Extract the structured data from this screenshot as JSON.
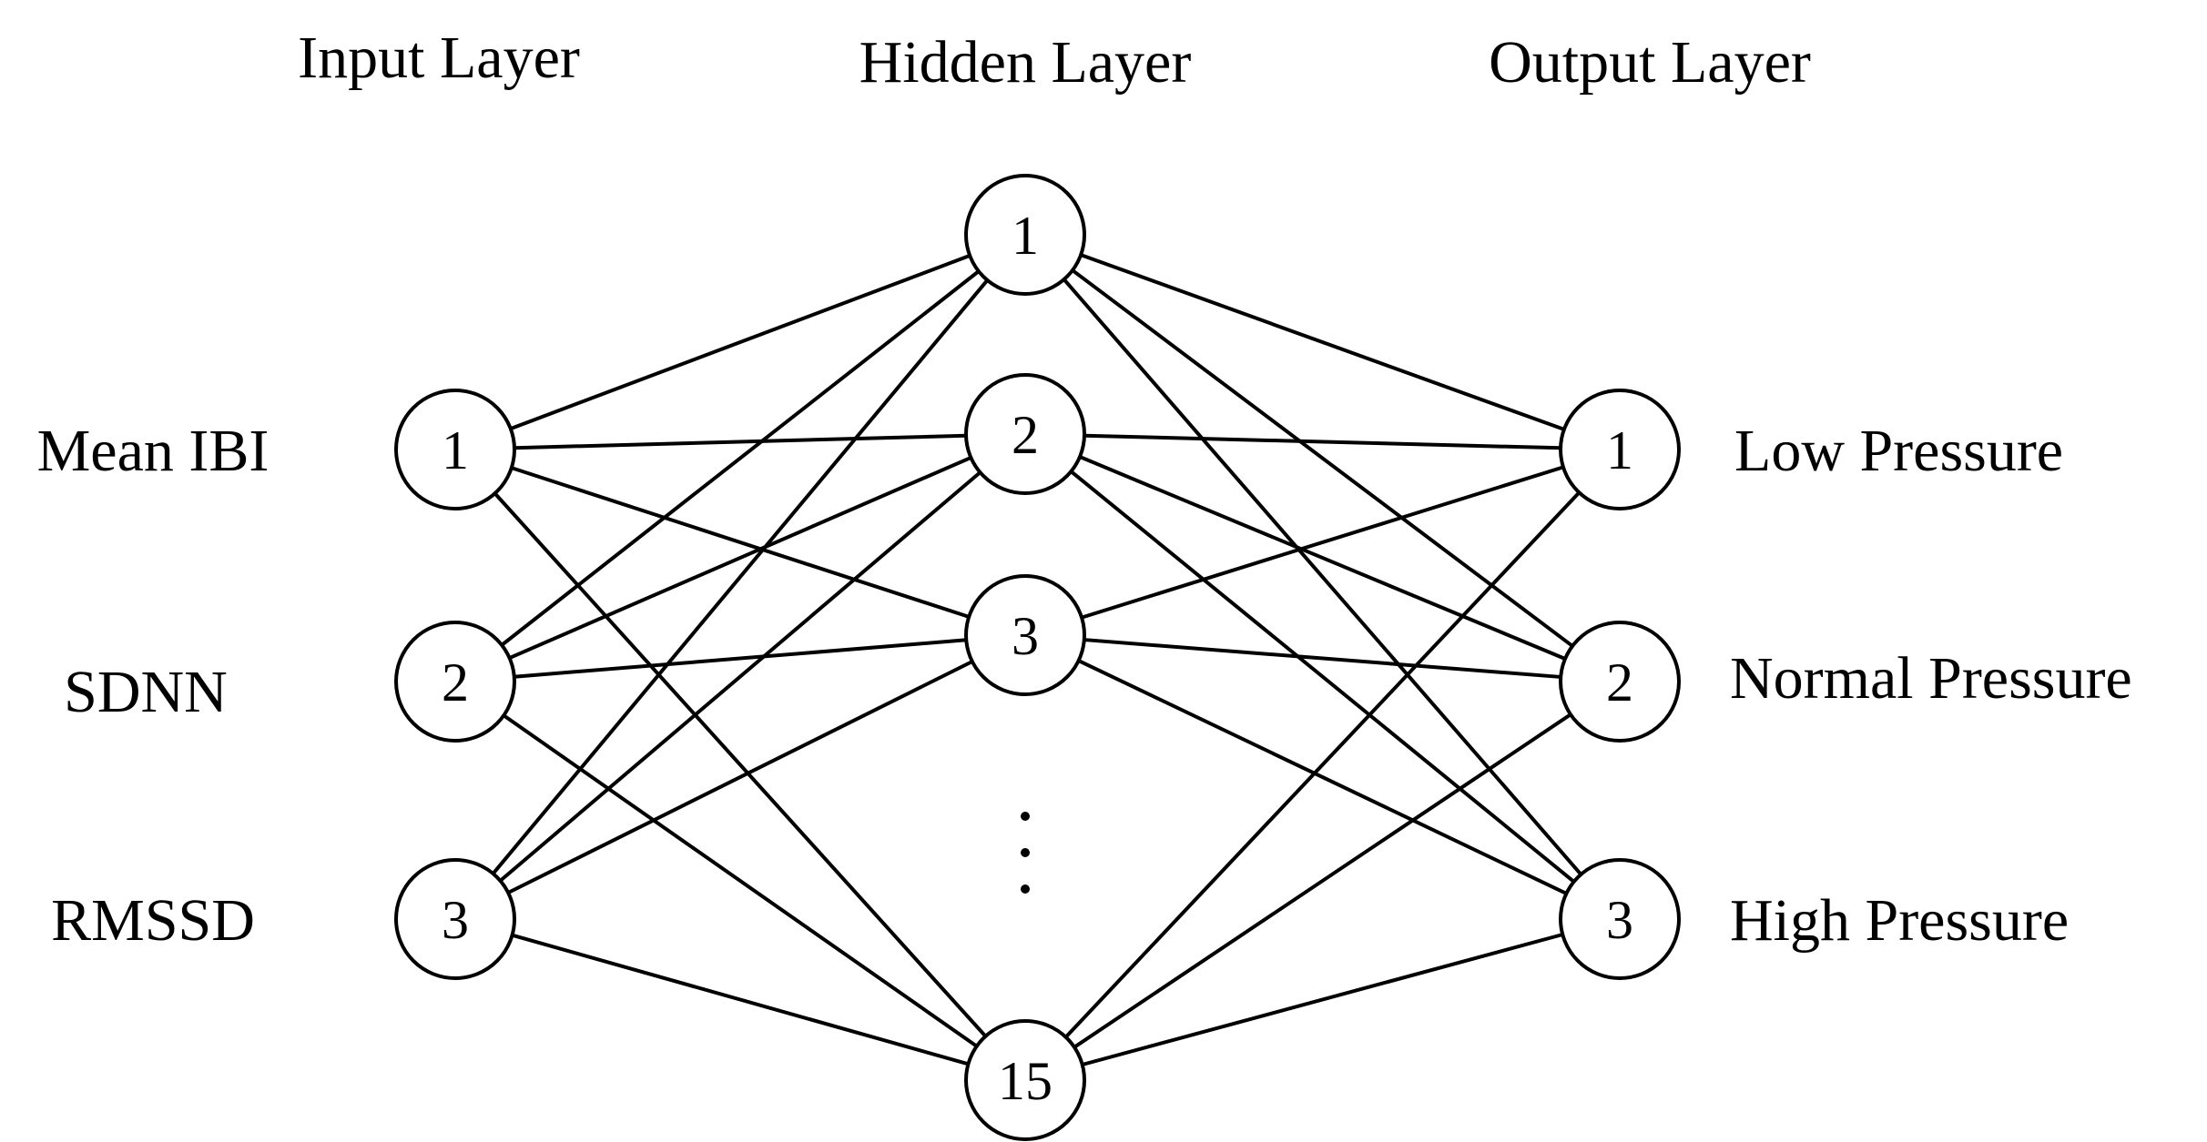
{
  "titles": {
    "input": "Input Layer",
    "hidden": "Hidden Layer",
    "output": "Output Layer"
  },
  "input_labels": [
    "Mean IBI",
    "SDNN",
    "RMSSD"
  ],
  "output_labels": [
    "Low Pressure",
    "Normal Pressure",
    "High Pressure"
  ],
  "layers": {
    "input": [
      "1",
      "2",
      "3"
    ],
    "hidden": [
      "1",
      "2",
      "3",
      "15"
    ],
    "output": [
      "1",
      "2",
      "3"
    ]
  },
  "hidden_ellipsis": "⋮"
}
